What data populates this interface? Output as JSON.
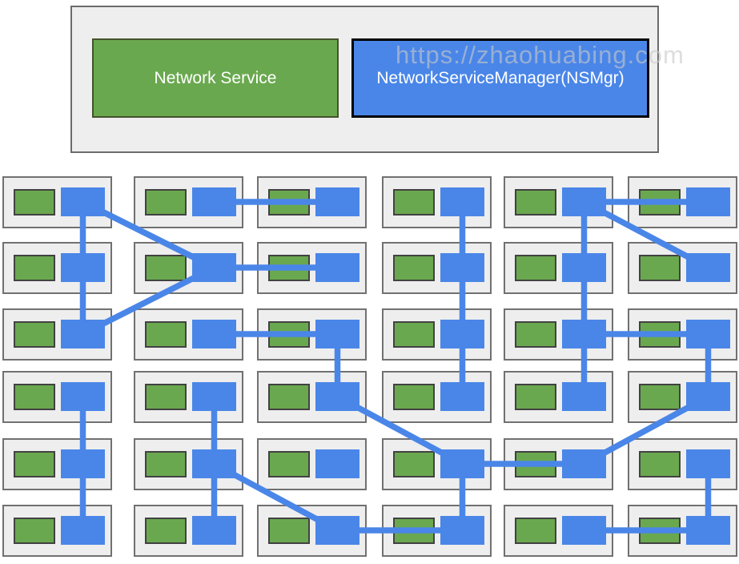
{
  "legend": {
    "service_label": "Network Service",
    "manager_label": "NetworkServiceManager(NSMgr)"
  },
  "watermark_text": "https://zhaohuabing.com",
  "colors": {
    "service_green": "#6aa84f",
    "service_green_border": "#424242",
    "manager_blue": "#4a86e8",
    "connection_blue": "#4a86e8",
    "pod_fill": "#eeeeee",
    "pod_border": "#717171",
    "legend_fill": "#eeeeee",
    "legend_border": "#6b6b6b",
    "legend_blue_border": "#000000",
    "label_text": "#ffffff"
  },
  "diagram": {
    "type": "topology-grid",
    "columns": 6,
    "rows": 6,
    "pod_count": 36,
    "connections": [
      {
        "from": "c1r1",
        "to": "c1r2",
        "kind": "vertical"
      },
      {
        "from": "c1r2",
        "to": "c1r3",
        "kind": "vertical"
      },
      {
        "from": "c1r4",
        "to": "c1r5",
        "kind": "vertical"
      },
      {
        "from": "c1r5",
        "to": "c1r6",
        "kind": "vertical"
      },
      {
        "from": "c2r4",
        "to": "c2r5",
        "kind": "vertical"
      },
      {
        "from": "c2r5",
        "to": "c2r6",
        "kind": "vertical"
      },
      {
        "from": "c3r3",
        "to": "c3r4",
        "kind": "vertical"
      },
      {
        "from": "c4r1",
        "to": "c4r2",
        "kind": "vertical"
      },
      {
        "from": "c4r2",
        "to": "c4r3",
        "kind": "vertical"
      },
      {
        "from": "c4r3",
        "to": "c4r4",
        "kind": "vertical"
      },
      {
        "from": "c4r5",
        "to": "c4r6",
        "kind": "vertical"
      },
      {
        "from": "c5r1",
        "to": "c5r2",
        "kind": "vertical"
      },
      {
        "from": "c5r2",
        "to": "c5r3",
        "kind": "vertical"
      },
      {
        "from": "c5r3",
        "to": "c5r4",
        "kind": "vertical"
      },
      {
        "from": "c6r3",
        "to": "c6r4",
        "kind": "vertical"
      },
      {
        "from": "c6r5",
        "to": "c6r6",
        "kind": "vertical"
      },
      {
        "from": "c2r1",
        "to": "c3r1",
        "kind": "horizontal"
      },
      {
        "from": "c2r2",
        "to": "c3r2",
        "kind": "horizontal"
      },
      {
        "from": "c2r3",
        "to": "c3r3",
        "kind": "horizontal"
      },
      {
        "from": "c5r1",
        "to": "c6r1",
        "kind": "horizontal"
      },
      {
        "from": "c5r3",
        "to": "c6r3",
        "kind": "horizontal"
      },
      {
        "from": "c4r5",
        "to": "c5r5",
        "kind": "horizontal"
      },
      {
        "from": "c3r6",
        "to": "c4r6",
        "kind": "horizontal"
      },
      {
        "from": "c5r6",
        "to": "c6r6",
        "kind": "horizontal"
      },
      {
        "from": "c1r1",
        "to": "c2r2",
        "kind": "diagonal"
      },
      {
        "from": "c1r3",
        "to": "c2r2",
        "kind": "diagonal"
      },
      {
        "from": "c5r1",
        "to": "c6r2",
        "kind": "diagonal"
      },
      {
        "from": "c3r4",
        "to": "c4r5",
        "kind": "diagonal"
      },
      {
        "from": "c2r5",
        "to": "c3r6",
        "kind": "diagonal"
      },
      {
        "from": "c5r5",
        "to": "c6r4",
        "kind": "diagonal"
      }
    ]
  }
}
